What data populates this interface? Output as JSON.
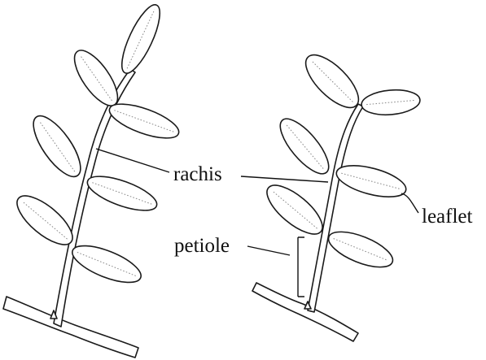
{
  "labels": {
    "rachis": "rachis",
    "leaflet": "leaflet",
    "petiole": "petiole"
  },
  "colors": {
    "ink": "#1a1a1a",
    "vein": "#888888",
    "background": "#ffffff"
  }
}
